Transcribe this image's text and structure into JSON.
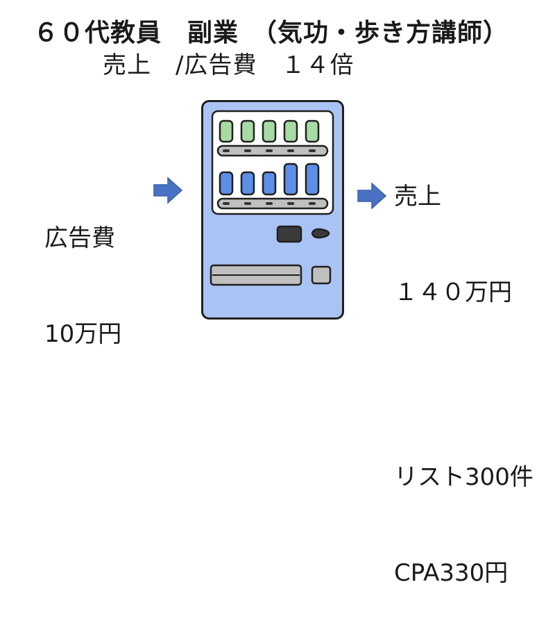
{
  "header": {
    "title": "６０代教員　副業　（気功・歩き方講師）",
    "subtitle": "売上　/広告費　１４倍"
  },
  "left": {
    "label": "広告費",
    "value": "10万円"
  },
  "right": {
    "sales_label": "売上",
    "sales_value": "１４０万円",
    "list_count": "リスト300件",
    "cpa": "CPA330円"
  },
  "colors": {
    "machine_body": "#a9c4f4",
    "machine_outline": "#1f1f1f",
    "window": "#ffffff",
    "green_items": "#a6dba4",
    "blue_items": "#5b8fe8",
    "tray": "#bfbfbf",
    "arrow": "#4a72c4"
  },
  "icons": {
    "center": "vending-machine-icon",
    "arrows": "arrow-right-icon"
  }
}
